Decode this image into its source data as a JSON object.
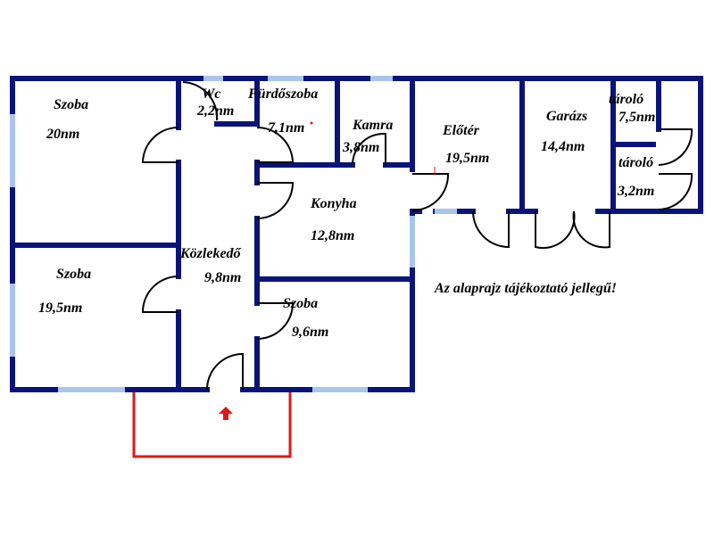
{
  "rooms": [
    {
      "name": "Szoba",
      "area": "20nm"
    },
    {
      "name": "Wc",
      "area": "2,2nm"
    },
    {
      "name": "Fürdőszoba",
      "area": "7,1nm"
    },
    {
      "name": "Kamra",
      "area": "3,8nm"
    },
    {
      "name": "Előtér",
      "area": "19,5nm"
    },
    {
      "name": "Garázs",
      "area": "14,4nm"
    },
    {
      "name": "tároló",
      "area": "7,5nm"
    },
    {
      "name": "tároló",
      "area": "3,2nm"
    },
    {
      "name": "Konyha",
      "area": "12,8nm"
    },
    {
      "name": "Közlekedő",
      "area": "9,8nm"
    },
    {
      "name": "Szoba",
      "area": "19,5nm"
    },
    {
      "name": "Szoba",
      "area": "9,6nm"
    }
  ],
  "note": "Az alaprajz tájékoztató jellegű!",
  "colors": {
    "wall": "#0a1478",
    "window": "#a9c6ea",
    "entrance": "#e01818"
  },
  "icons": {
    "entrance": "entrance-arrow-icon"
  }
}
